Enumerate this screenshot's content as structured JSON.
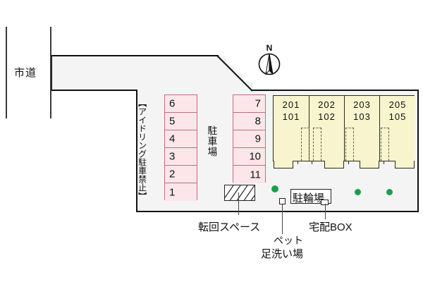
{
  "diagram": {
    "title": "apartment-site-plan",
    "road": {
      "label": "市道"
    },
    "compass": {
      "north_label": "N"
    },
    "parking": {
      "left_column": {
        "note": "【アイドリング駐車禁止】",
        "stalls": [
          "6",
          "5",
          "4",
          "3",
          "2",
          "1"
        ]
      },
      "right_column": {
        "label": "駐車場",
        "stalls": [
          "7",
          "8",
          "9",
          "10",
          "11"
        ]
      }
    },
    "building": {
      "units": [
        {
          "upper": "201",
          "lower": "101"
        },
        {
          "upper": "202",
          "lower": "102"
        },
        {
          "upper": "203",
          "lower": "103"
        },
        {
          "upper": "205",
          "lower": "105"
        }
      ]
    },
    "features": {
      "turning_space": "転回スペース",
      "pet_wash_line1": "ペット",
      "pet_wash_line2": "足洗い場",
      "delivery_box": "宅配BOX",
      "bicycle_parking": "駐輪場"
    },
    "colors": {
      "site_fill": "#f4f4f4",
      "stall_fill": "#fce6ea",
      "stall_border": "#c06e7c",
      "building_fill": "#f7f4ce",
      "building_border": "#2a2a1a",
      "plant_green": "#19a04a"
    }
  }
}
